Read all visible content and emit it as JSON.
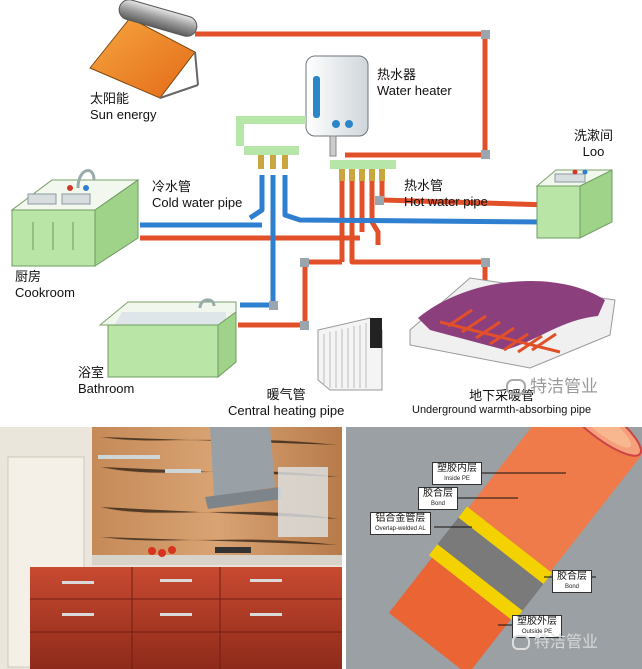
{
  "diagram": {
    "labels": {
      "sun_energy": {
        "zh": "太阳能",
        "en": "Sun energy"
      },
      "water_heater": {
        "zh": "热水器",
        "en": "Water heater"
      },
      "loo": {
        "zh": "洗漱间",
        "en": "Loo"
      },
      "cold_water_pipe": {
        "zh": "冷水管",
        "en": "Cold water pipe"
      },
      "hot_water_pipe": {
        "zh": "热水管",
        "en": "Hot water pipe"
      },
      "cookroom": {
        "zh": "厨房",
        "en": "Cookroom"
      },
      "bathroom": {
        "zh": "浴室",
        "en": "Bathroom"
      },
      "central_heating_pipe": {
        "zh": "暖气管",
        "en": "Central heating pipe"
      },
      "underground_pipe": {
        "zh": "地下采暖管",
        "en": "Underground warmth-absorbing pipe"
      }
    },
    "watermark": "特洁管业",
    "colors": {
      "hot": "#e2502a",
      "cold": "#2e7fd0",
      "fixture": "#b9e6a6"
    }
  },
  "pipe_layers": {
    "inside_pe": {
      "zh": "塑胶内层",
      "en": "Inside PE"
    },
    "bond_top": {
      "zh": "胶合层",
      "en": "Bond"
    },
    "overlap_al": {
      "zh": "铝合金管层",
      "en": "Overlap-welded AL"
    },
    "bond_right": {
      "zh": "胶合层",
      "en": "Bond"
    },
    "outside_pe": {
      "zh": "塑胶外层",
      "en": "Outside PE"
    },
    "watermark": "特洁管业"
  }
}
